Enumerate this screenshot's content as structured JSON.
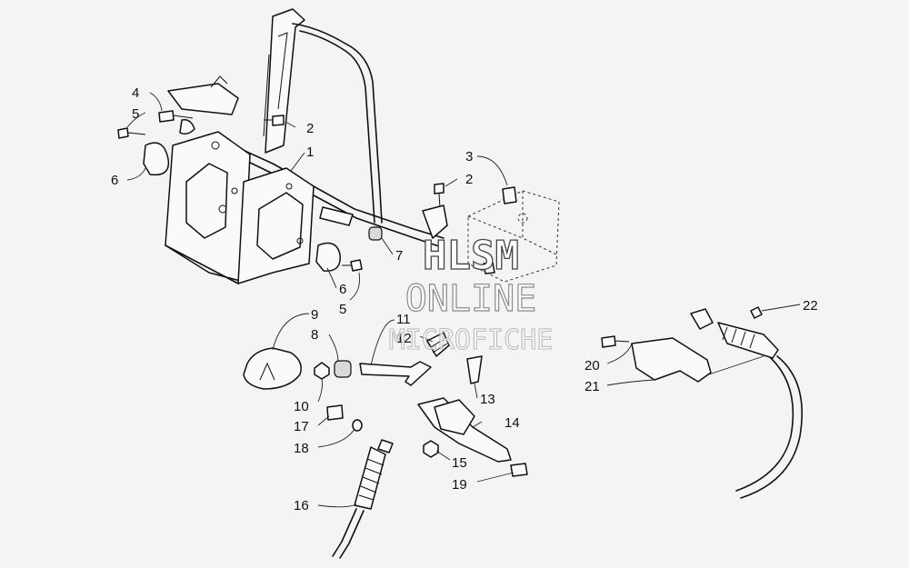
{
  "callouts": [
    {
      "id": "c4",
      "label": "4"
    },
    {
      "id": "c5a",
      "label": "5"
    },
    {
      "id": "c2a",
      "label": "2"
    },
    {
      "id": "c1",
      "label": "1"
    },
    {
      "id": "c6a",
      "label": "6"
    },
    {
      "id": "c3",
      "label": "3"
    },
    {
      "id": "c2b",
      "label": "2"
    },
    {
      "id": "c7",
      "label": "7"
    },
    {
      "id": "c6b",
      "label": "6"
    },
    {
      "id": "c5b",
      "label": "5"
    },
    {
      "id": "c9",
      "label": "9"
    },
    {
      "id": "c8",
      "label": "8"
    },
    {
      "id": "c11",
      "label": "11"
    },
    {
      "id": "c12",
      "label": "12"
    },
    {
      "id": "c10",
      "label": "10"
    },
    {
      "id": "c13",
      "label": "13"
    },
    {
      "id": "c14",
      "label": "14"
    },
    {
      "id": "c17",
      "label": "17"
    },
    {
      "id": "c18",
      "label": "18"
    },
    {
      "id": "c15",
      "label": "15"
    },
    {
      "id": "c19",
      "label": "19"
    },
    {
      "id": "c16",
      "label": "16"
    },
    {
      "id": "c20",
      "label": "20"
    },
    {
      "id": "c21",
      "label": "21"
    },
    {
      "id": "c22",
      "label": "22"
    }
  ],
  "watermark": {
    "line1": "HLSM",
    "line2": "ONLINE",
    "line3": "MICROFICHE"
  }
}
